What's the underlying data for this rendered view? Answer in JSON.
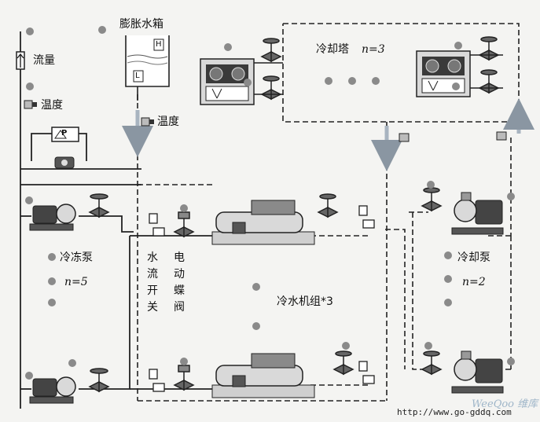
{
  "labels": {
    "flow": "流量",
    "temp_left": "温度",
    "expansion_tank": "膨胀水箱",
    "temp_mid": "温度",
    "cooling_tower": "冷却塔",
    "cooling_tower_n": "n=3",
    "chilled_pump": "冷冻泵",
    "chilled_pump_n": "n=5",
    "flow_switch": "水流开关",
    "electric_valve": "电动蝶阀",
    "chiller": "冷水机组*3",
    "cooling_pump": "冷却泵",
    "cooling_pump_n": "n=2",
    "pressure_icon": "P",
    "tank_icon_top": "H",
    "tank_icon_bottom": "L"
  },
  "footer": {
    "url": "http://www.go-gddq.com",
    "watermark": "WeeQoo",
    "watermark_cn": "维库"
  },
  "colors": {
    "line": "#222222",
    "background": "#f4f4f2",
    "equipment": "#d9d9d9",
    "dark": "#3a3a3a",
    "arrow": "#a8b4c0"
  }
}
